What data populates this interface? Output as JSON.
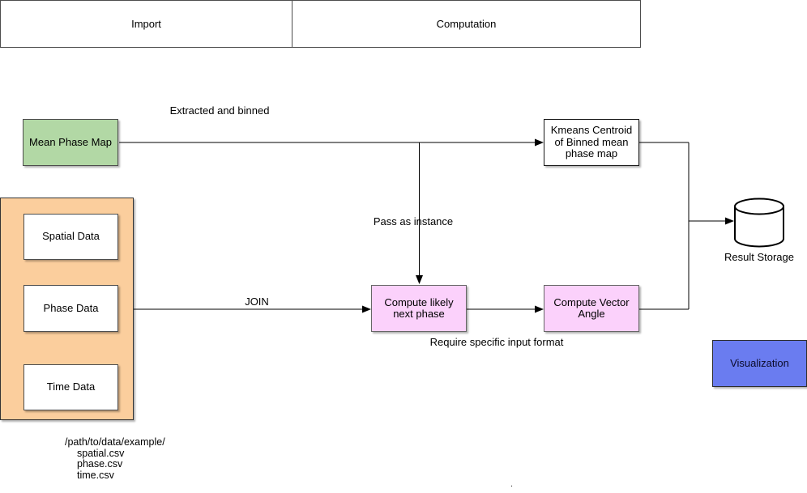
{
  "diagram": {
    "headers": {
      "import": "Import",
      "computation": "Computation"
    },
    "nodes": {
      "mean_phase_map": "Mean Phase Map",
      "spatial_data": "Spatial Data",
      "phase_data": "Phase Data",
      "time_data": "Time Data",
      "kmeans_centroid": "Kmeans Centroid of Binned mean phase map",
      "compute_likely_next_phase": "Compute likely next phase",
      "compute_vector_angle": "Compute Vector Angle",
      "result_storage": "Result Storage",
      "visualization": "Visualization"
    },
    "edge_labels": {
      "extracted_and_binned": "Extracted and binned",
      "pass_as_instance": "Pass as instance",
      "join": "JOIN",
      "require_input_format": "Require specific input format"
    },
    "footer": {
      "path": "/path/to/data/example/",
      "files": [
        "spatial.csv",
        "phase.csv",
        "time.csv"
      ],
      "stray_dot": "."
    },
    "colors": {
      "green_fill": "#b2d8a5",
      "orange_fill": "#fbce9d",
      "pink_fill": "#fbd1fb",
      "blue_fill": "#6a7cf0",
      "line": "#000000"
    }
  }
}
